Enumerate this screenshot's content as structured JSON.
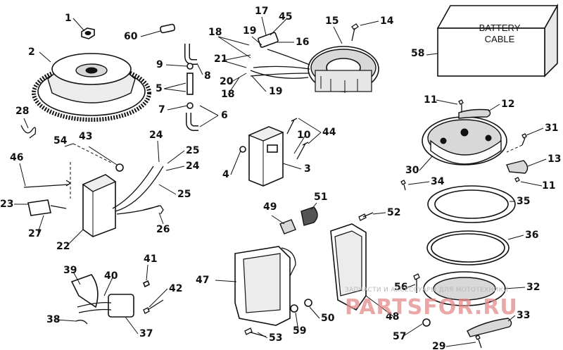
{
  "diagram": {
    "battery_box_text": [
      "BATTERY",
      "CABLE"
    ],
    "callouts": [
      {
        "id": "c1",
        "text": "1"
      },
      {
        "id": "c2",
        "text": "2"
      },
      {
        "id": "c3",
        "text": "3"
      },
      {
        "id": "c4",
        "text": "4"
      },
      {
        "id": "c5",
        "text": "5"
      },
      {
        "id": "c6",
        "text": "6"
      },
      {
        "id": "c7",
        "text": "7"
      },
      {
        "id": "c8",
        "text": "8"
      },
      {
        "id": "c9",
        "text": "9"
      },
      {
        "id": "c10",
        "text": "10"
      },
      {
        "id": "c11a",
        "text": "11"
      },
      {
        "id": "c11b",
        "text": "11"
      },
      {
        "id": "c12",
        "text": "12"
      },
      {
        "id": "c13",
        "text": "13"
      },
      {
        "id": "c14",
        "text": "14"
      },
      {
        "id": "c15",
        "text": "15"
      },
      {
        "id": "c16",
        "text": "16"
      },
      {
        "id": "c17",
        "text": "17"
      },
      {
        "id": "c18a",
        "text": "18"
      },
      {
        "id": "c18b",
        "text": "18"
      },
      {
        "id": "c19a",
        "text": "19"
      },
      {
        "id": "c19b",
        "text": "19"
      },
      {
        "id": "c20",
        "text": "20"
      },
      {
        "id": "c21",
        "text": "21"
      },
      {
        "id": "c22",
        "text": "22"
      },
      {
        "id": "c23",
        "text": "23"
      },
      {
        "id": "c24a",
        "text": "24"
      },
      {
        "id": "c24b",
        "text": "24"
      },
      {
        "id": "c25a",
        "text": "25"
      },
      {
        "id": "c25b",
        "text": "25"
      },
      {
        "id": "c26",
        "text": "26"
      },
      {
        "id": "c27",
        "text": "27"
      },
      {
        "id": "c28",
        "text": "28"
      },
      {
        "id": "c29",
        "text": "29"
      },
      {
        "id": "c30",
        "text": "30"
      },
      {
        "id": "c31",
        "text": "31"
      },
      {
        "id": "c32",
        "text": "32"
      },
      {
        "id": "c33",
        "text": "33"
      },
      {
        "id": "c34",
        "text": "34"
      },
      {
        "id": "c35",
        "text": "35"
      },
      {
        "id": "c36",
        "text": "36"
      },
      {
        "id": "c37",
        "text": "37"
      },
      {
        "id": "c38",
        "text": "38"
      },
      {
        "id": "c39",
        "text": "39"
      },
      {
        "id": "c40",
        "text": "40"
      },
      {
        "id": "c41",
        "text": "41"
      },
      {
        "id": "c42",
        "text": "42"
      },
      {
        "id": "c43",
        "text": "43"
      },
      {
        "id": "c44",
        "text": "44"
      },
      {
        "id": "c45",
        "text": "45"
      },
      {
        "id": "c46",
        "text": "46"
      },
      {
        "id": "c47",
        "text": "47"
      },
      {
        "id": "c48",
        "text": "48"
      },
      {
        "id": "c49",
        "text": "49"
      },
      {
        "id": "c50",
        "text": "50"
      },
      {
        "id": "c51",
        "text": "51"
      },
      {
        "id": "c52",
        "text": "52"
      },
      {
        "id": "c53",
        "text": "53"
      },
      {
        "id": "c54",
        "text": "54"
      },
      {
        "id": "c56",
        "text": "56"
      },
      {
        "id": "c57",
        "text": "57"
      },
      {
        "id": "c58",
        "text": "58"
      },
      {
        "id": "c59",
        "text": "59"
      },
      {
        "id": "c60",
        "text": "60"
      }
    ]
  },
  "watermark": {
    "caption": "ЗАПЧАСТИ И АКСЕССУАРЫ ДЛЯ МОТОТЕХНИКИ",
    "brand": "PARTSFOR.RU"
  }
}
